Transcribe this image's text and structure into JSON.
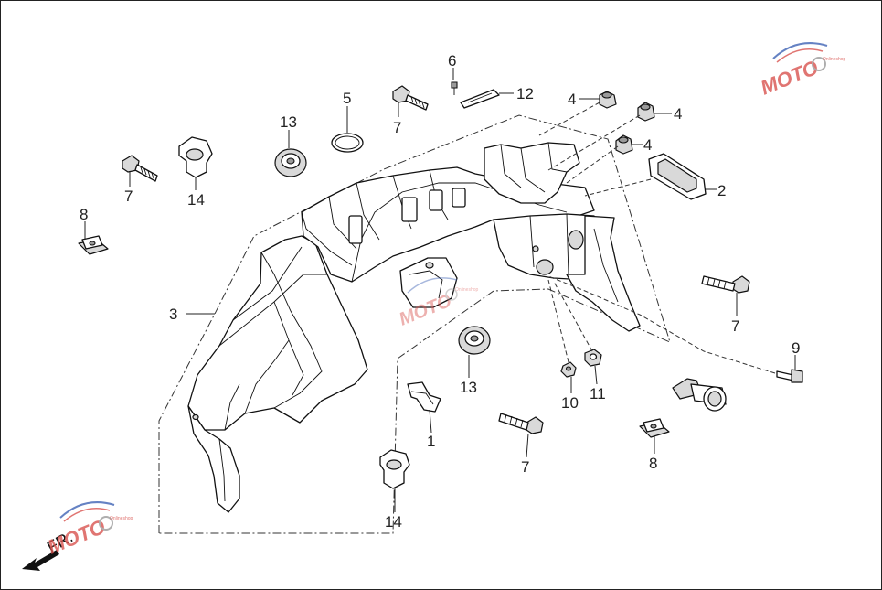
{
  "diagram": {
    "direction_label": "FR.",
    "watermark": {
      "text": "MOTO",
      "subtext": "Onlineshop",
      "colors": {
        "red": "#d9534f",
        "blue": "#3f63b5",
        "gray": "#9a9a9a"
      }
    },
    "callouts": [
      {
        "id": "c1",
        "label": "1"
      },
      {
        "id": "c2",
        "label": "2"
      },
      {
        "id": "c3",
        "label": "3"
      },
      {
        "id": "c4a",
        "label": "4"
      },
      {
        "id": "c4b",
        "label": "4"
      },
      {
        "id": "c4c",
        "label": "4"
      },
      {
        "id": "c5",
        "label": "5"
      },
      {
        "id": "c6",
        "label": "6"
      },
      {
        "id": "c7a",
        "label": "7"
      },
      {
        "id": "c7b",
        "label": "7"
      },
      {
        "id": "c7c",
        "label": "7"
      },
      {
        "id": "c7d",
        "label": "7"
      },
      {
        "id": "c8a",
        "label": "8"
      },
      {
        "id": "c8b",
        "label": "8"
      },
      {
        "id": "c9",
        "label": "9"
      },
      {
        "id": "c10",
        "label": "10"
      },
      {
        "id": "c11",
        "label": "11"
      },
      {
        "id": "c12",
        "label": "12"
      },
      {
        "id": "c13a",
        "label": "13"
      },
      {
        "id": "c13b",
        "label": "13"
      },
      {
        "id": "c14a",
        "label": "14"
      },
      {
        "id": "c14b",
        "label": "14"
      }
    ]
  }
}
